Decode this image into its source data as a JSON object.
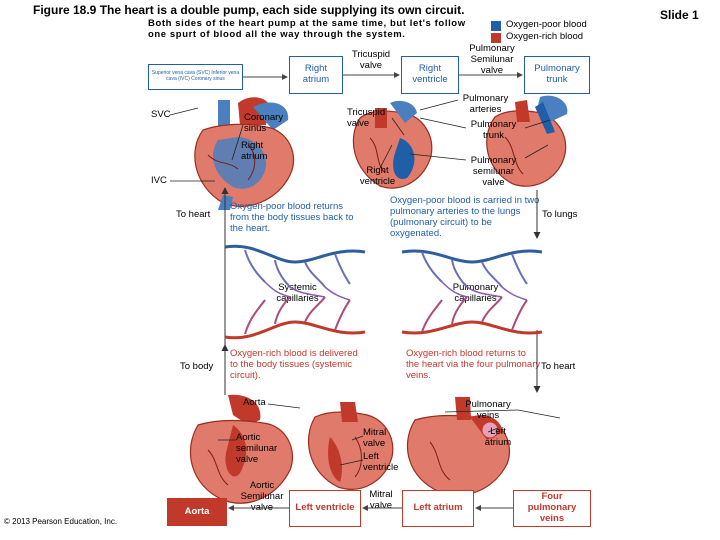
{
  "header": {
    "title": "Figure 18.9 The heart is a double pump, each side supplying its own circuit.",
    "slide": "Slide 1"
  },
  "intro": "Both sides of the heart pump at the same time, but let's follow one spurt of blood all the way through the system.",
  "legend": {
    "poor": "Oxygen-poor blood",
    "rich": "Oxygen-rich blood",
    "poor_color": "#1f5fa8",
    "rich_color": "#c0392b"
  },
  "top": {
    "svc_box": "Superior vena cava (SVC) Inferior vena cava (IVC) Coronary sinus",
    "right_atrium_box": "Right atrium",
    "tricuspid_top": "Tricuspid valve",
    "right_ventricle_box": "Right ventricle",
    "pulm_semilunar_top": "Pulmonary Semilunar valve",
    "pulm_trunk_box": "Pulmonary trunk",
    "svc": "SVC",
    "coronary_sinus": "Coronary sinus",
    "right_atrium": "Right atrium",
    "ivc": "IVC",
    "tricuspid": "Tricuspid valve",
    "right_ventricle": "Right ventricle",
    "pulm_arteries": "Pulmonary arteries",
    "pulm_trunk": "Pulmonary trunk",
    "pulm_semilunar": "Pulmonary semilunar valve"
  },
  "middle": {
    "to_heart_left": "To heart",
    "poor_returns": "Oxygen-poor blood returns from the body tissues back to the heart.",
    "poor_carried": "Oxygen-poor blood is carried in two pulmonary arteries to the lungs (pulmonary circuit) to be oxygenated.",
    "to_lungs": "To lungs",
    "systemic_capillaries": "Systemic capillaries",
    "pulmonary_capillaries": "Pulmonary capillaries",
    "to_body": "To body",
    "rich_delivered": "Oxygen-rich blood is delivered to the body tissues (systemic circuit).",
    "rich_returns": "Oxygen-rich blood returns to the heart via the four pulmonary veins.",
    "to_heart_right": "To heart"
  },
  "bottom": {
    "aorta": "Aorta",
    "aortic_semilunar": "Aortic semilunar valve",
    "mitral_valve": "Mitral valve",
    "left_ventricle": "Left ventricle",
    "pulm_veins": "Pulmonary veins",
    "left_atrium": "Left atrium",
    "aorta_box": "Aorta",
    "aortic_semilunar_box": "Aortic Semilunar valve",
    "left_ventricle_box": "Left ventricle",
    "mitral_box": "Mitral valve",
    "left_atrium_box": "Left atrium",
    "four_pulm_veins_box": "Four pulmonary veins"
  },
  "copyright": "© 2013 Pearson Education, Inc."
}
